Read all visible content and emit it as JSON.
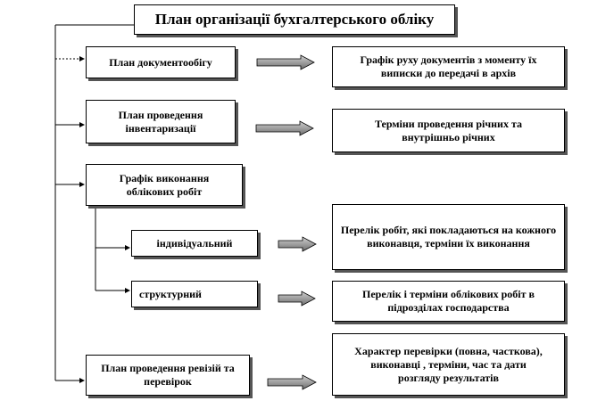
{
  "title": "План організації бухгалтерського обліку",
  "plans": {
    "docflow": "План документообігу",
    "inventory": "План проведення інвентаризації",
    "schedule": "Графік виконання облікових робіт",
    "individual": "індивідуальний",
    "structural": "структурний",
    "audits": "План проведення ревізій та перевірок"
  },
  "results": {
    "docflow": "Графік руху документів з моменту їх виписки до передачі в архів",
    "inventory": "Терміни проведення річних та внутрішньо річних",
    "individual": "Перелік робіт, які покладаються на кожного виконавця, терміни їх виконання",
    "structural": "Перелік і терміни облікових робіт в підрозділах господарства",
    "audits": "Характер перевірки (повна, часткова), виконавці , терміни, час та дати розгляду результатів"
  }
}
